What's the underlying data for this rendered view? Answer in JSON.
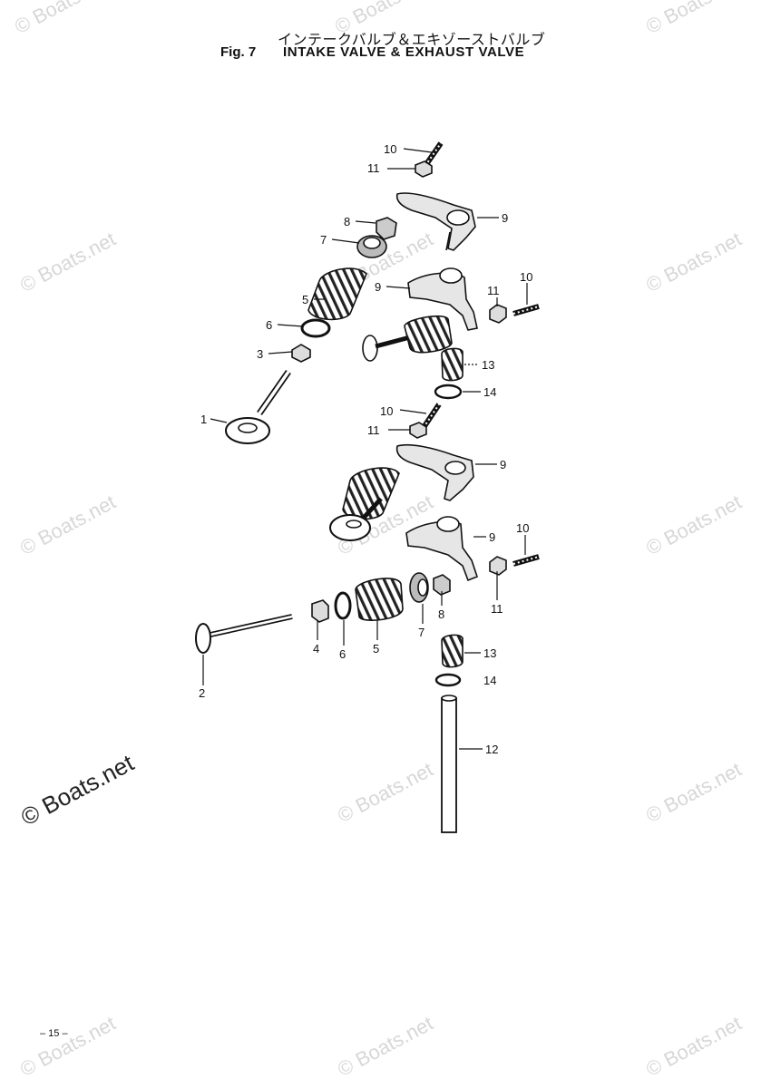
{
  "header": {
    "title_jp": "インテークバルブ＆エキゾーストバルブ",
    "fig_label": "Fig. 7",
    "title_en": "INTAKE VALVE & EXHAUST VALVE"
  },
  "footer": {
    "page_number": "– 15 –"
  },
  "watermark": {
    "text": "© Boats.net"
  },
  "callouts": {
    "c1": "1",
    "c2": "2",
    "c3": "3",
    "c4": "4",
    "c5": "5",
    "c6": "6",
    "c7": "7",
    "c8": "8",
    "c9": "9",
    "c10": "10",
    "c11": "11",
    "c12": "12",
    "c13": "13",
    "c14": "14"
  }
}
